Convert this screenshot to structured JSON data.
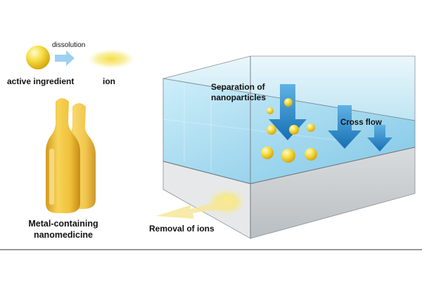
{
  "labels": {
    "dissolution": "dissolution",
    "active_ingredient": "active ingredient",
    "ion": "ion",
    "product_line1": "Metal-containing",
    "product_line2": "nanomedicine",
    "separation_line1": "Separation of",
    "separation_line2": "nanoparticles",
    "cross_flow": "Cross flow",
    "removal": "Removal of ions"
  },
  "colors": {
    "particle": "#f2d21c",
    "arrow_blue": "#1f7fc4",
    "glass_blue": "#a9dcef",
    "membrane_grey": "#cfd3d6",
    "ampoule": "#e9b834",
    "removal_arrow": "#f6e27a"
  },
  "icons": {
    "dissolution_arrow": "right-arrow-icon",
    "flow_arrows": "down-arrow-icon"
  }
}
